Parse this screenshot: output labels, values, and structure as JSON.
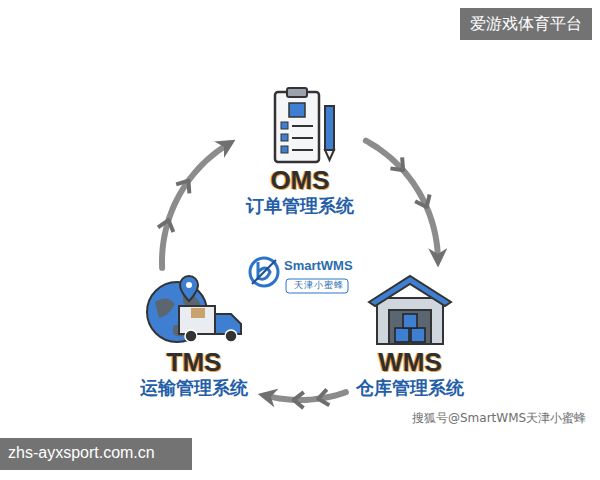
{
  "diagram": {
    "nodes": [
      {
        "text": [
          "OMS",
          "订单管理系统"
        ]
      },
      {
        "text": [
          "WMS",
          "仓库管理系统"
        ]
      },
      {
        "text": [
          "TMS",
          "运输管理系统"
        ]
      }
    ],
    "edges": [
      {
        "from": 0,
        "to": 1,
        "arrow": "to"
      },
      {
        "from": 1,
        "to": 2,
        "arrow": "to"
      },
      {
        "from": 2,
        "to": 0,
        "arrow": "to"
      }
    ],
    "labels": [
      "爱游戏体育平台",
      "SmartWMS",
      "天津小蜜蜂",
      "搜狐号@SmartWMS天津小蜜蜂",
      "zhs-ayxsport.com.cn"
    ]
  }
}
